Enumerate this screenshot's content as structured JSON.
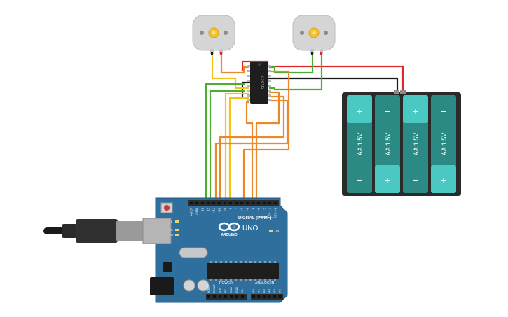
{
  "board": {
    "brand": "ARDUINO",
    "model": "UNO",
    "digital_header": "DIGITAL (PWM~)",
    "power_header": "POWER",
    "analog_header": "ANALOG IN",
    "on_label": "ON",
    "led_l": "L",
    "led_tx": "TX",
    "led_rx": "RX",
    "digital_pins": [
      "AREF",
      "GND",
      "13",
      "12",
      "~11",
      "~10",
      "~9",
      "8",
      "7",
      "~6",
      "~5",
      "4",
      "~3",
      "2",
      "TX→1",
      "RX←0"
    ],
    "power_pins": [
      "IOREF",
      "RESET",
      "3.3V",
      "5V",
      "GND",
      "GND",
      "Vin"
    ],
    "analog_pins": [
      "A0",
      "A1",
      "A2",
      "A3",
      "A4",
      "A5"
    ]
  },
  "driver_chip": {
    "label": "L293D"
  },
  "battery_pack": {
    "cells": [
      {
        "label": "AA 1.5V",
        "top": "+",
        "bottom": "−"
      },
      {
        "label": "AA 1.5V",
        "top": "−",
        "bottom": "+"
      },
      {
        "label": "AA 1.5V",
        "top": "+",
        "bottom": "−"
      },
      {
        "label": "AA 1.5V",
        "top": "−",
        "bottom": "+"
      }
    ]
  },
  "motors": [
    {
      "id": "motor-left"
    },
    {
      "id": "motor-right"
    }
  ],
  "colors": {
    "board": "#2e6f9e",
    "board_dark": "#1f5b85",
    "header": "#2b2b2b",
    "chip": "#1e1e1e",
    "battery_body": "#2a2a2a",
    "cell": "#2c8a85",
    "cell_cap": "#49c9c2",
    "motor_body": "#d5d5d5",
    "motor_gear": "#f2c230",
    "wire_red": "#e0282a",
    "wire_black": "#1a1a1a",
    "wire_green": "#4cae2f",
    "wire_yellow": "#f2c41a",
    "wire_orange": "#e9892a"
  }
}
